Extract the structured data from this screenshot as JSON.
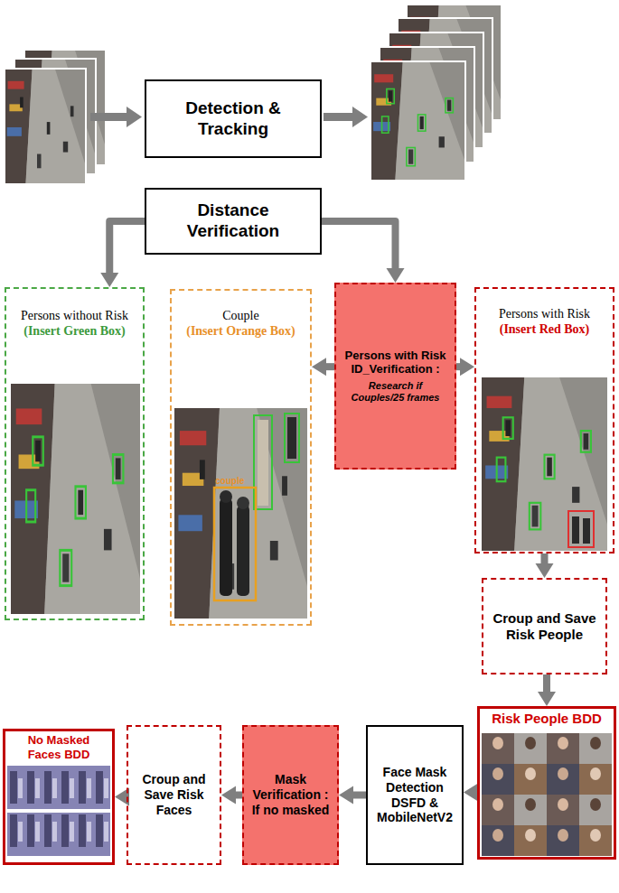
{
  "diagram": {
    "nodes": [
      {
        "text": [
          "Detection & Tracking"
        ]
      },
      {
        "text": [
          "Distance Verification"
        ]
      },
      {
        "text": [
          "Persons without Risk",
          "(Insert Green Box)"
        ]
      },
      {
        "text": [
          "Couple",
          "(Insert Orange Box)"
        ]
      },
      {
        "text": [
          "Persons with Risk",
          "ID_Verification :",
          "Research if Couples/25 frames"
        ]
      },
      {
        "text": [
          "Persons with Risk",
          "(Insert Red Box)"
        ]
      },
      {
        "text": [
          "Croup and Save Risk People"
        ]
      },
      {
        "text": [
          "Risk People BDD"
        ]
      },
      {
        "text": [
          "Face Mask Detection DSFD & MobileNetV2"
        ]
      },
      {
        "text": [
          "Mask Verification : If no masked"
        ]
      },
      {
        "text": [
          "Croup and Save Risk Faces"
        ]
      },
      {
        "text": [
          "No Masked Faces BDD"
        ]
      }
    ],
    "edges": [
      {
        "from": 1,
        "to": 2,
        "arrow": "to"
      },
      {
        "from": 1,
        "to": 4,
        "arrow": "to"
      },
      {
        "from": 4,
        "to": 3,
        "arrow": "to"
      },
      {
        "from": 4,
        "to": 5,
        "arrow": "to"
      },
      {
        "from": 5,
        "to": 6,
        "arrow": "to"
      },
      {
        "from": 6,
        "to": 7,
        "arrow": "to"
      },
      {
        "from": 7,
        "to": 8,
        "arrow": "to"
      },
      {
        "from": 8,
        "to": 9,
        "arrow": "to"
      },
      {
        "from": 9,
        "to": 10,
        "arrow": "to"
      },
      {
        "from": 10,
        "to": 11,
        "arrow": "to"
      }
    ],
    "labels": [
      "couple"
    ]
  }
}
